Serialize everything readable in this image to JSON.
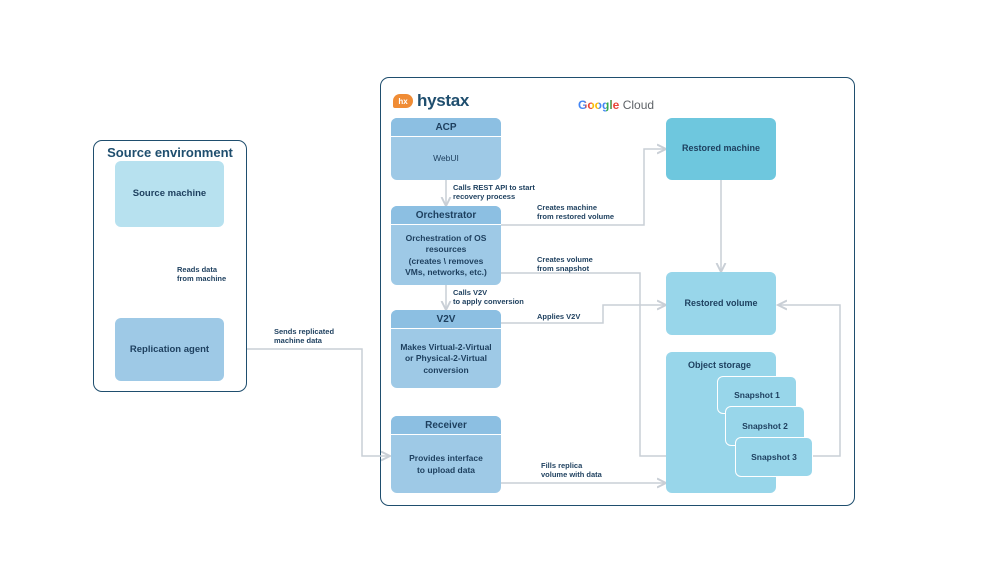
{
  "source": {
    "title": "Source environment",
    "machine": "Source machine",
    "agent": "Replication agent",
    "reads_note": [
      "Reads data",
      "from machine"
    ],
    "sends_note": [
      "Sends replicated",
      "machine data"
    ]
  },
  "cloud": {
    "logo_text": "hystax",
    "logo_badge": "hx",
    "google_cloud": {
      "google": "Google",
      "cloud": "Cloud"
    }
  },
  "acp": {
    "title": "ACP",
    "body": "WebUI"
  },
  "orchestrator": {
    "title": "Orchestrator",
    "body": [
      "Orchestration of OS",
      "resources",
      "(creates \\ removes",
      "VMs, networks, etc.)"
    ]
  },
  "v2v": {
    "title": "V2V",
    "body": [
      "Makes Virtual-2-Virtual",
      "or Physical-2-Virtual",
      "conversion"
    ]
  },
  "receiver": {
    "title": "Receiver",
    "body": [
      "Provides interface",
      "to upload data"
    ]
  },
  "targets": {
    "restored_machine": "Restored machine",
    "restored_volume": "Restored volume",
    "object_storage": "Object storage",
    "snapshots": [
      "Snapshot 1",
      "Snapshot 2",
      "Snapshot 3"
    ]
  },
  "notes": {
    "calls_rest": [
      "Calls REST API to start",
      "recovery process"
    ],
    "creates_machine": [
      "Creates machine",
      "from restored volume"
    ],
    "creates_volume": [
      "Creates volume",
      "from snapshot"
    ],
    "calls_v2v": [
      "Calls V2V",
      "to apply conversion"
    ],
    "applies_v2v": "Applies V2V",
    "fills_replica": [
      "Fills replica",
      "volume with data"
    ]
  },
  "colors": {
    "frame": "#1f4e6e",
    "box_blue": "#9ec9e6",
    "box_light": "#b7e1ef",
    "box_teal": "#6ec7de",
    "connector": "#c9cfd6",
    "hystax_orange": "#f08c35"
  }
}
